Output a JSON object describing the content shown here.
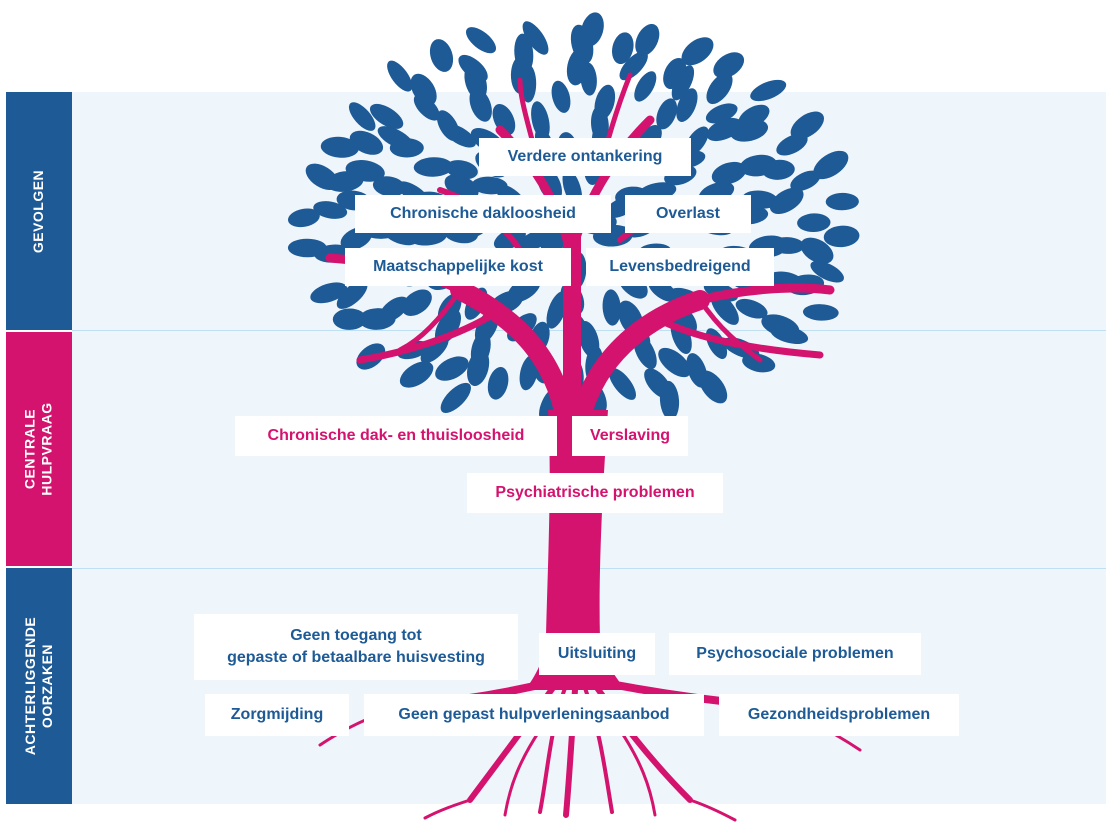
{
  "colors": {
    "blue": "#1d5a96",
    "pink": "#d4136f",
    "band": "#eef5fb",
    "white": "#ffffff"
  },
  "sections": [
    {
      "id": "gevolgen",
      "label": "GEVOLGEN",
      "color": "#1d5a96"
    },
    {
      "id": "centrale",
      "label": "CENTRALE\nHULPVRAAG",
      "color": "#d4136f"
    },
    {
      "id": "achterliggende",
      "label": "ACHTERLIGGENDE\nOORZAKEN",
      "color": "#1d5a96"
    }
  ],
  "consequences": [
    "Verdere ontankering",
    "Chronische dakloosheid",
    "Overlast",
    "Maatschappelijke kost",
    "Levensbedreigend"
  ],
  "central_issues": [
    "Chronische dak- en thuisloosheid",
    "Verslaving",
    "Psychiatrische problemen"
  ],
  "causes": [
    "Geen toegang tot\ngepaste of betaalbare huisvesting",
    "Uitsluiting",
    "Psychosociale problemen",
    "Zorgmijding",
    "Geen gepast hulpverleningsaanbod",
    "Gezondheidsproblemen"
  ]
}
